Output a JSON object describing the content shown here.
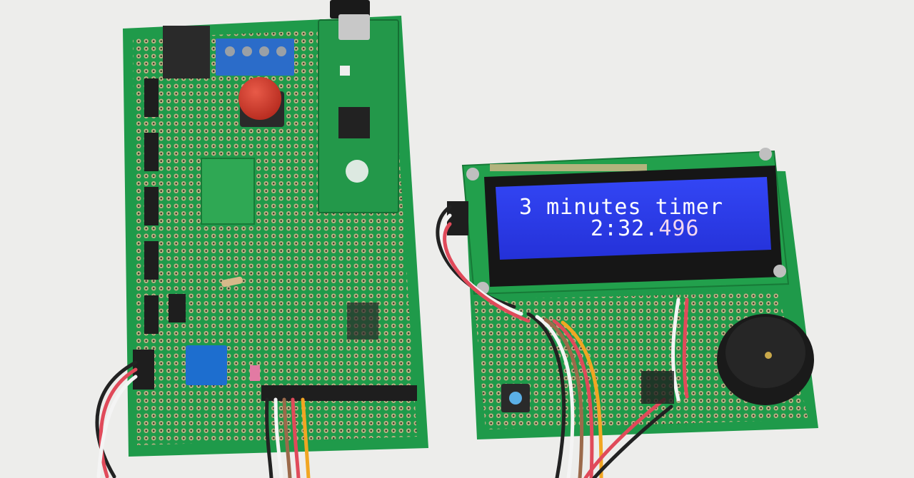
{
  "lcd": {
    "line1": "3 minutes timer",
    "time_main": "2:32.",
    "time_ms": "496"
  },
  "colors": {
    "background": "#ededeb",
    "pcb_green": "#1f9a4a",
    "lcd_blue": "#2a3cf2",
    "lcd_text": "#ffffff",
    "button_red": "#d33a2c",
    "terminal_blue": "#2b6cc9"
  }
}
